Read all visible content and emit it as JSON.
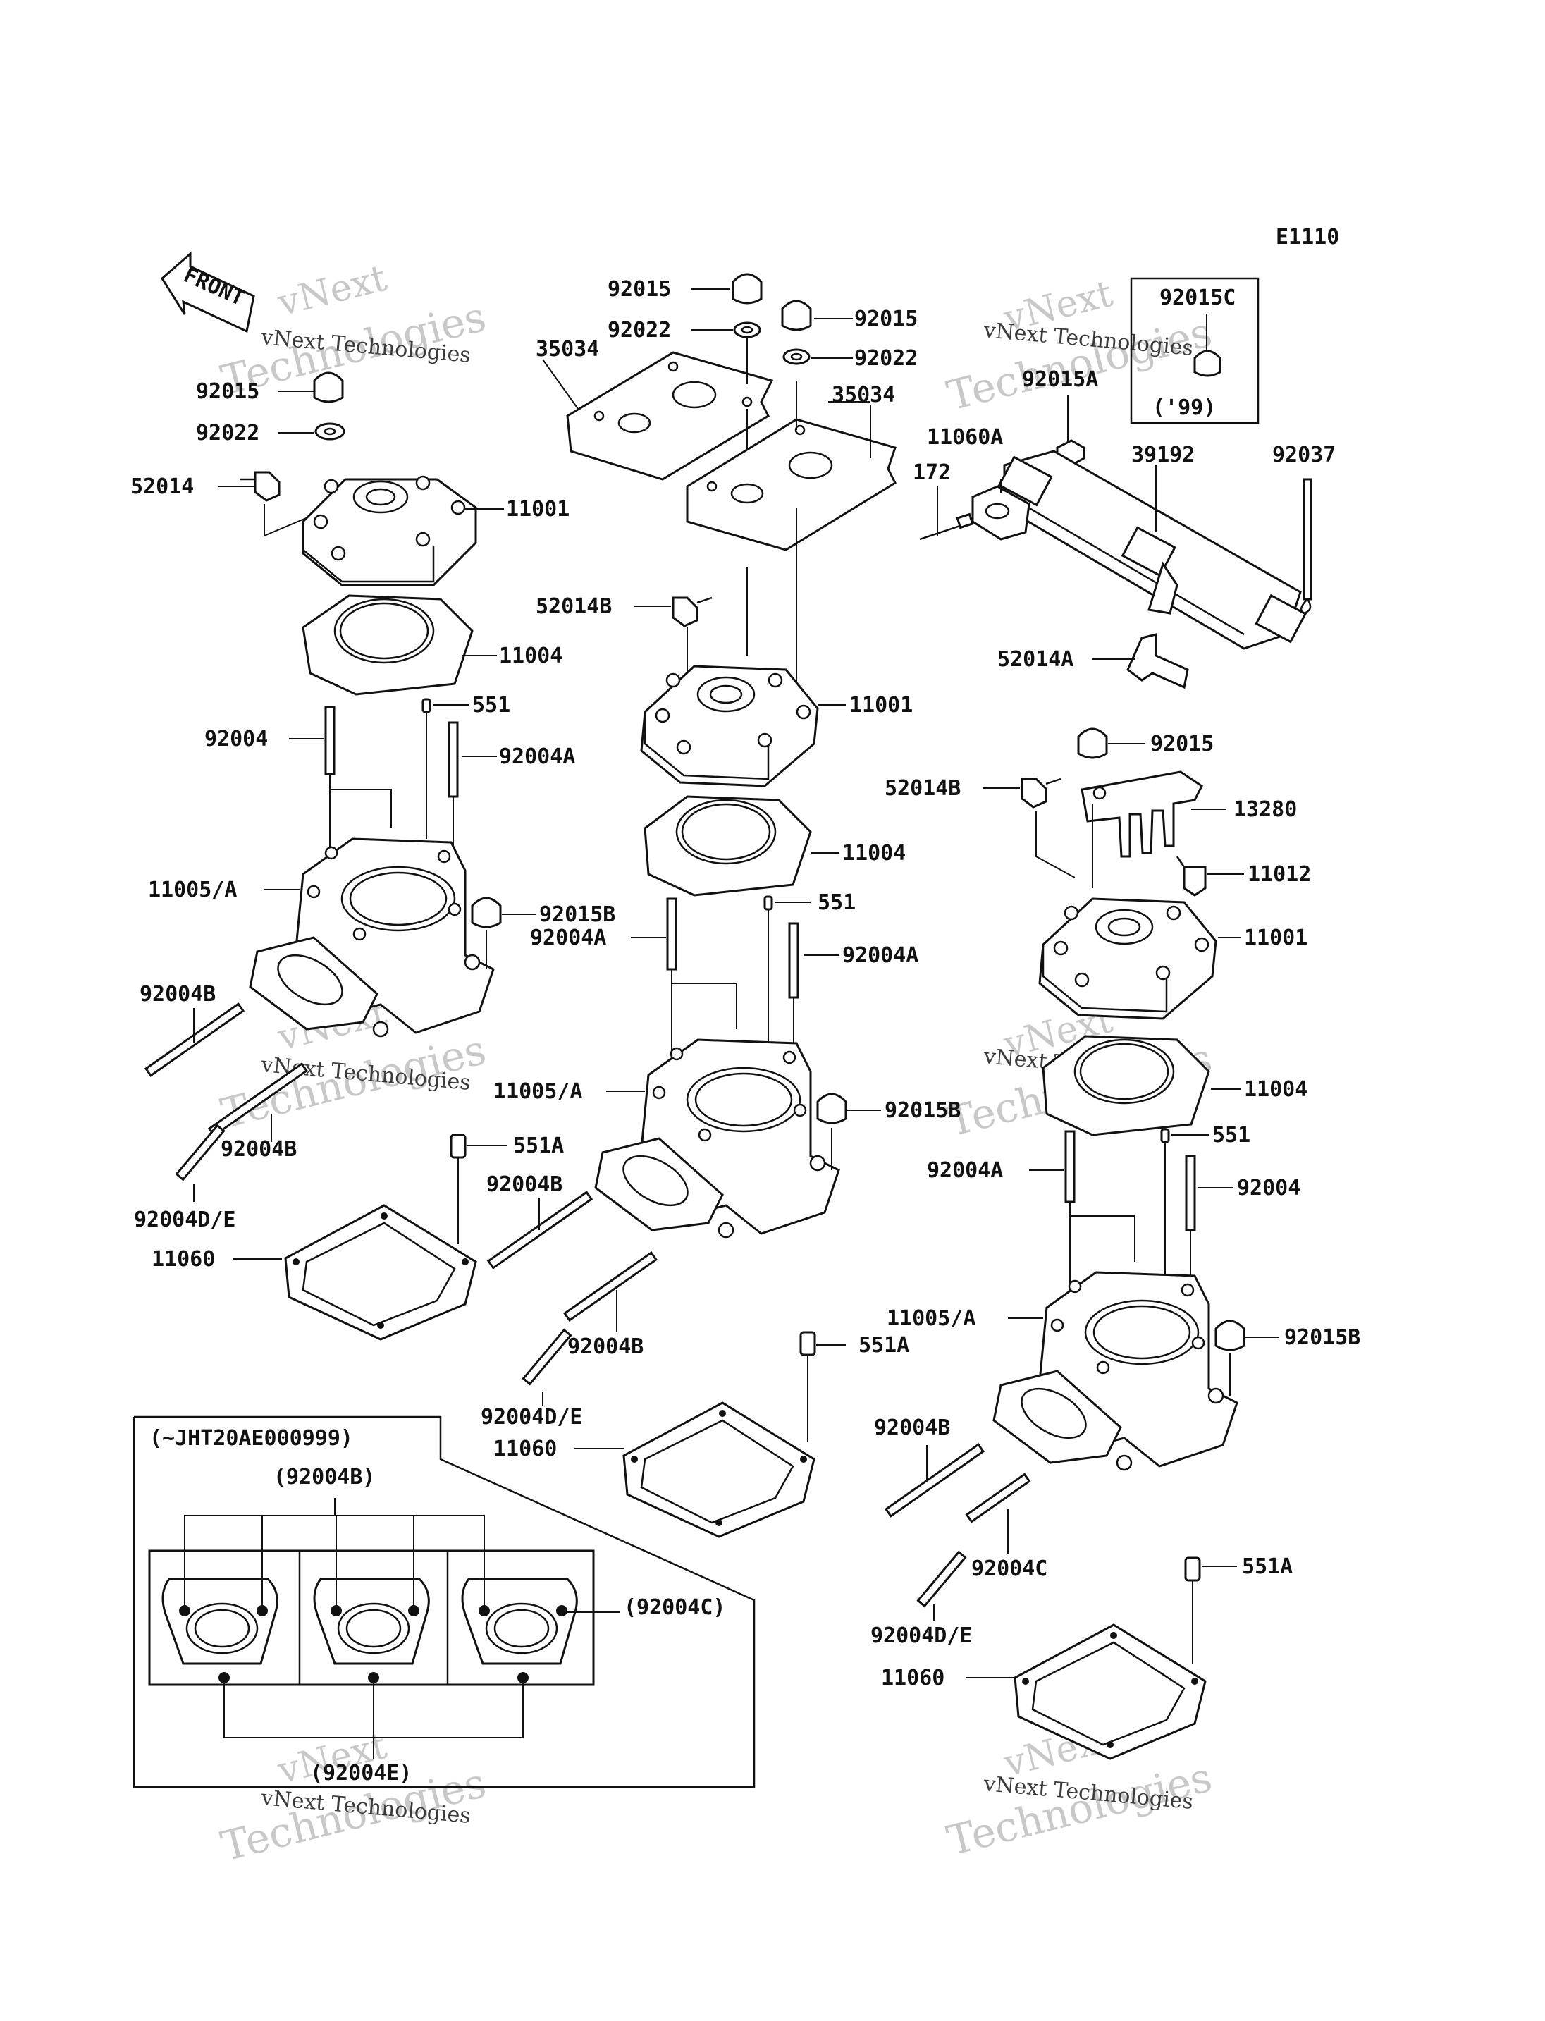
{
  "diagram_code": "E1110",
  "front_label": "FRONT",
  "watermark": {
    "company": "vNext Technologies",
    "word1": "vNext",
    "word2": "Technologies"
  },
  "labels": {
    "l92015_top_a": "92015",
    "l92022_top_a": "92022",
    "l92015_top_b": "92015",
    "l92022_top_b": "92022",
    "l35034_a": "35034",
    "l35034_b": "35034",
    "l92015_left": "92015",
    "l92022_left": "92022",
    "l52014_left": "52014",
    "l11001_left": "11001",
    "l11004_left": "11004",
    "l92004_left": "92004",
    "l551_left": "551",
    "l92004A_left": "92004A",
    "l11005A_left": "11005/A",
    "l92015B_left": "92015B",
    "l92004B_left_a": "92004B",
    "l92004B_left_b": "92004B",
    "l92004DE_left": "92004D/E",
    "l11060_left": "11060",
    "l551A_left": "551A",
    "l52014B_mid": "52014B",
    "l11001_mid": "11001",
    "l11004_mid": "11004",
    "l92004A_mid_a": "92004A",
    "l551_mid": "551",
    "l92004A_mid_b": "92004A",
    "l11005A_mid": "11005/A",
    "l92015B_mid": "92015B",
    "l92004B_mid_a": "92004B",
    "l92004B_mid_b": "92004B",
    "l551A_mid": "551A",
    "l92004DE_mid": "92004D/E",
    "l11060_mid": "11060",
    "l92015C": "92015C",
    "l99": "('99)",
    "l92015A": "92015A",
    "l11060A": "11060A",
    "l172": "172",
    "l39192": "39192",
    "l92037": "92037",
    "l52014A": "52014A",
    "l92015_right": "92015",
    "l52014B_right": "52014B",
    "l13280": "13280",
    "l11012": "11012",
    "l11001_right": "11001",
    "l11004_right": "11004",
    "l551_right": "551",
    "l92004A_right": "92004A",
    "l92004_right": "92004",
    "l11005A_right": "11005/A",
    "l92015B_right": "92015B",
    "l92004B_right": "92004B",
    "l92004C_right": "92004C",
    "l551A_right": "551A",
    "l92004DE_right": "92004D/E",
    "l11060_right": "11060",
    "inset_title": "(~JHT20AE000999)",
    "inset_92004B": "(92004B)",
    "inset_92004C": "(92004C)",
    "inset_92004E": "(92004E)"
  }
}
